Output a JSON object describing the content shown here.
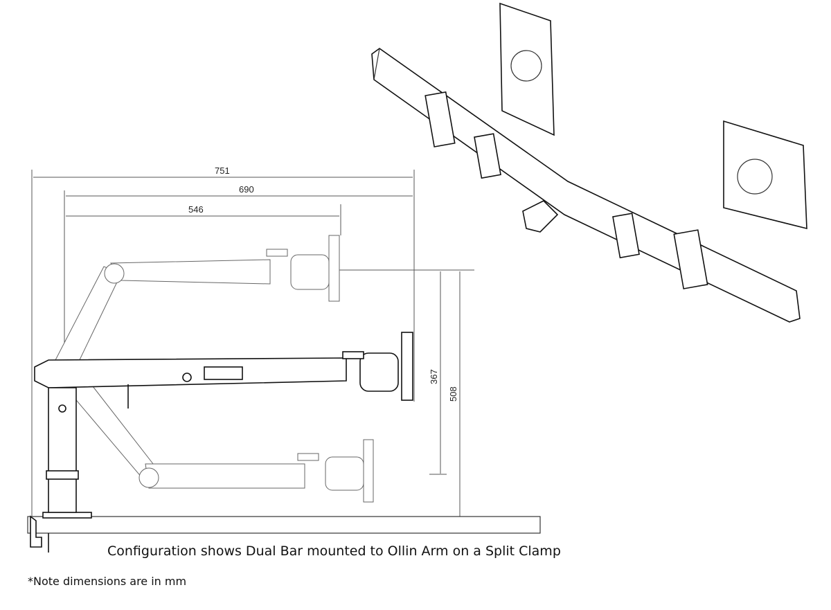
{
  "dimensions": {
    "overall_reach": "751",
    "bar_reach": "690",
    "arm_reach": "546",
    "height_low": "367",
    "height_high": "508"
  },
  "caption": "Configuration shows Dual Bar mounted to Ollin Arm on a Split Clamp",
  "note": "*Note dimensions are in mm"
}
